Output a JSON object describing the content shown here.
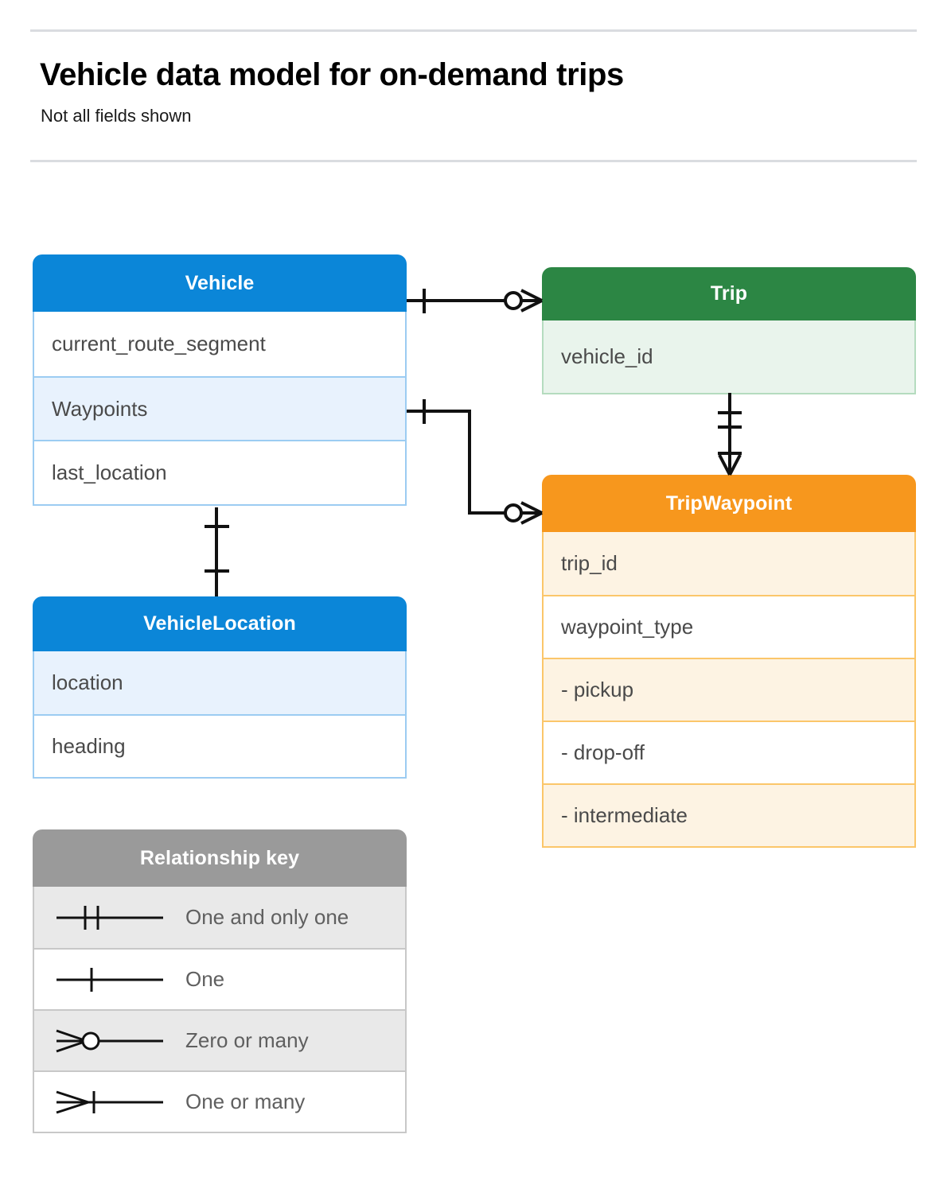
{
  "header": {
    "title": "Vehicle data model for on-demand trips",
    "subtitle": "Not all fields shown"
  },
  "entities": [
    {
      "id": "vehicle",
      "name": "Vehicle",
      "color": "#0b86d8",
      "fields": [
        "current_route_segment",
        "Waypoints",
        "last_location"
      ]
    },
    {
      "id": "trip",
      "name": "Trip",
      "color": "#2c8644",
      "fields": [
        "vehicle_id"
      ]
    },
    {
      "id": "tripwaypoint",
      "name": "TripWaypoint",
      "color": "#f7971d",
      "fields": [
        "trip_id",
        "waypoint_type",
        "-  pickup",
        "-  drop-off",
        "-  intermediate"
      ]
    },
    {
      "id": "vehiclelocation",
      "name": "VehicleLocation",
      "color": "#0b86d8",
      "fields": [
        "location",
        "heading"
      ]
    }
  ],
  "legend": {
    "title": "Relationship key",
    "color": "#9a9a9a",
    "items": [
      {
        "symbol": "one-and-only-one-icon",
        "label": "One and only one"
      },
      {
        "symbol": "one-icon",
        "label": "One"
      },
      {
        "symbol": "zero-or-many-icon",
        "label": "Zero or many"
      },
      {
        "symbol": "one-or-many-icon",
        "label": "One or many"
      }
    ]
  },
  "relationships": [
    {
      "from": "vehicle",
      "from_field": "Vehicle",
      "from_card": "One",
      "to": "trip",
      "to_field": "Trip",
      "to_card": "Zero or many"
    },
    {
      "from": "vehicle",
      "from_field": "Waypoints",
      "from_card": "One",
      "to": "tripwaypoint",
      "to_field": "TripWaypoint",
      "to_card": "Zero or many"
    },
    {
      "from": "trip",
      "from_field": "vehicle_id",
      "from_card": "One and only one",
      "to": "tripwaypoint",
      "to_field": "TripWaypoint",
      "to_card": "One or many"
    },
    {
      "from": "vehicle",
      "from_field": "last_location",
      "from_card": "One",
      "to": "vehiclelocation",
      "to_field": "VehicleLocation",
      "to_card": "One"
    }
  ]
}
